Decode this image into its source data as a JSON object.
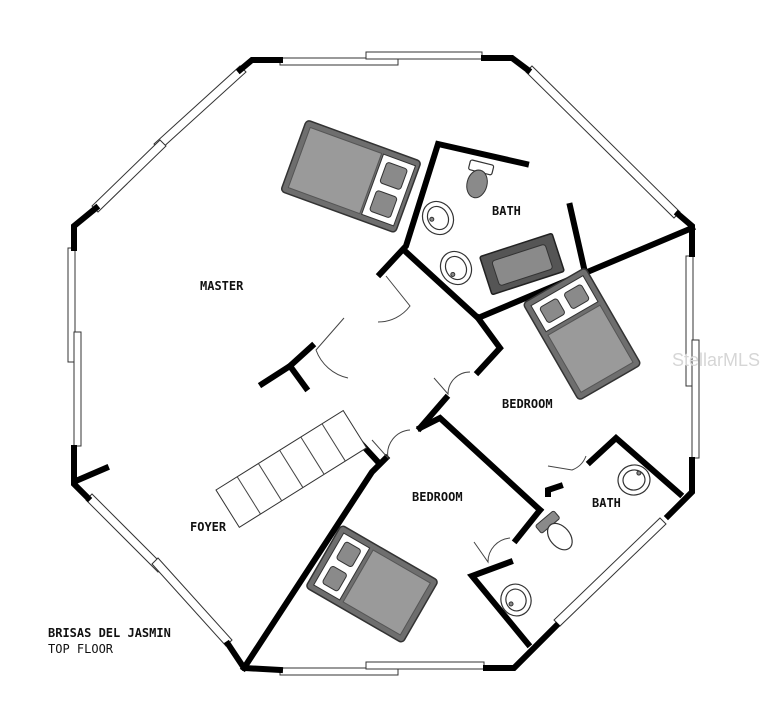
{
  "rooms": {
    "master": "MASTER",
    "bath_upper": "BATH",
    "bedroom_right": "BEDROOM",
    "bedroom_center": "BEDROOM",
    "bath_lower": "BATH",
    "foyer": "FOYER"
  },
  "caption": {
    "title": "BRISAS DEL JASMIN",
    "subtitle": "TOP FLOOR"
  },
  "watermark": "StellarMLS"
}
